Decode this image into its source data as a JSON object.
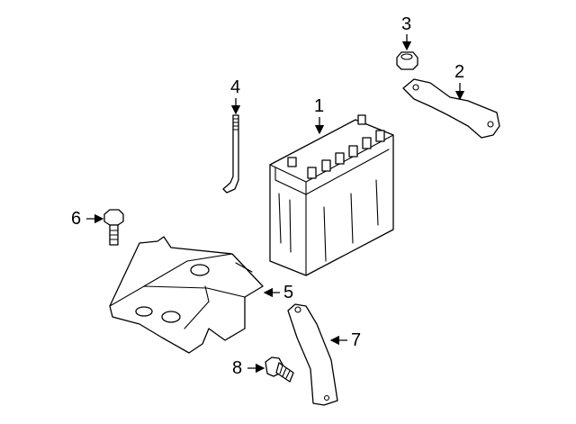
{
  "diagram": {
    "callouts": [
      {
        "number": "1",
        "part": "battery"
      },
      {
        "number": "2",
        "part": "hold-down-bracket"
      },
      {
        "number": "3",
        "part": "nut"
      },
      {
        "number": "4",
        "part": "hold-down-rod"
      },
      {
        "number": "5",
        "part": "battery-tray"
      },
      {
        "number": "6",
        "part": "bolt"
      },
      {
        "number": "7",
        "part": "support-bracket"
      },
      {
        "number": "8",
        "part": "bolt"
      }
    ]
  }
}
